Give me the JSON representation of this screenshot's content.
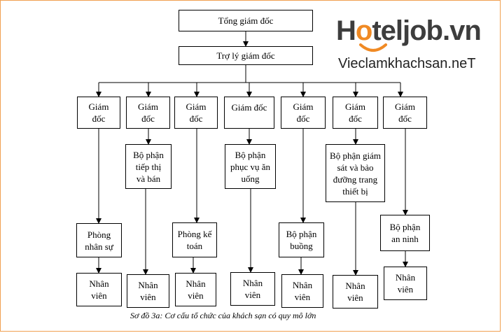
{
  "diagram": {
    "ceo": "Tổng giám đốc",
    "assistant": "Trợ lý giám đốc",
    "director_label": "Giám\nđốc",
    "director_label_wide": "Giám đốc",
    "dept_hr": "Phòng\nnhân sự",
    "dept_marketing": "Bộ phận\ntiếp thị\nvà bán",
    "dept_accounting": "Phòng kế\ntoán",
    "dept_fnb": "Bộ phận\nphục vụ ăn\nuống",
    "dept_housekeeping": "Bộ phận\nbuồng",
    "dept_maintenance": "Bộ phận giám\nsát và bảo\nđưỡng trang\nthiết bị",
    "dept_security": "Bộ phận\nan ninh",
    "staff_label": "Nhân\nviên"
  },
  "logo": {
    "brand_prefix": "H",
    "brand_o": "o",
    "brand_rest": "teljob.vn",
    "site": "Vieclamkhachsan.neT"
  },
  "caption": "Sơ đồ 3a: Cơ cấu tổ chức của khách sạn có quy mô lớn",
  "colors": {
    "frame": "#f0a050",
    "logo_orange": "#f08a24",
    "logo_gray": "#3d3d3d"
  }
}
